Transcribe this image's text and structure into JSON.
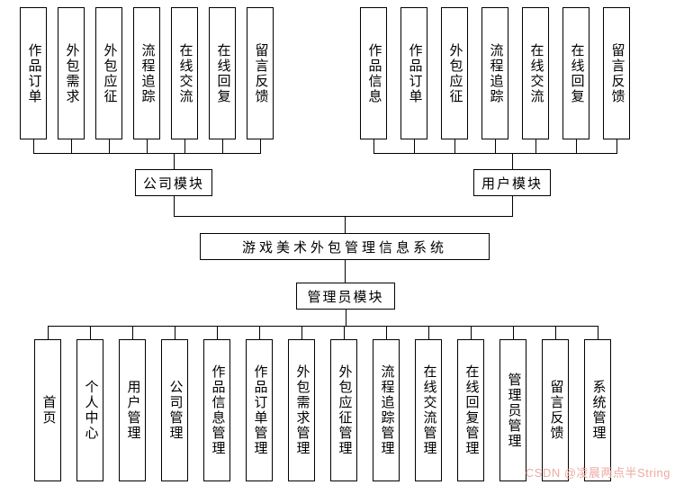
{
  "title": "游戏美术外包管理信息系统",
  "company_module": {
    "label": "公司模块",
    "items": [
      "作品订单",
      "外包需求",
      "外包应征",
      "流程追踪",
      "在线交流",
      "在线回复",
      "留言反馈"
    ]
  },
  "user_module": {
    "label": "用户模块",
    "items": [
      "作品信息",
      "作品订单",
      "外包应征",
      "流程追踪",
      "在线交流",
      "在线回复",
      "留言反馈"
    ]
  },
  "admin_module": {
    "label": "管理员模块",
    "items": [
      "首页",
      "个人中心",
      "用户管理",
      "公司管理",
      "作品信息管理",
      "作品订单管理",
      "外包需求管理",
      "外包应征管理",
      "流程追踪管理",
      "在线交流管理",
      "在线回复管理",
      "管理员管理",
      "留言反馈",
      "系统管理"
    ]
  },
  "watermark": {
    "text": "CSDN @凌晨两点半String",
    "color": "#efa9a2"
  }
}
